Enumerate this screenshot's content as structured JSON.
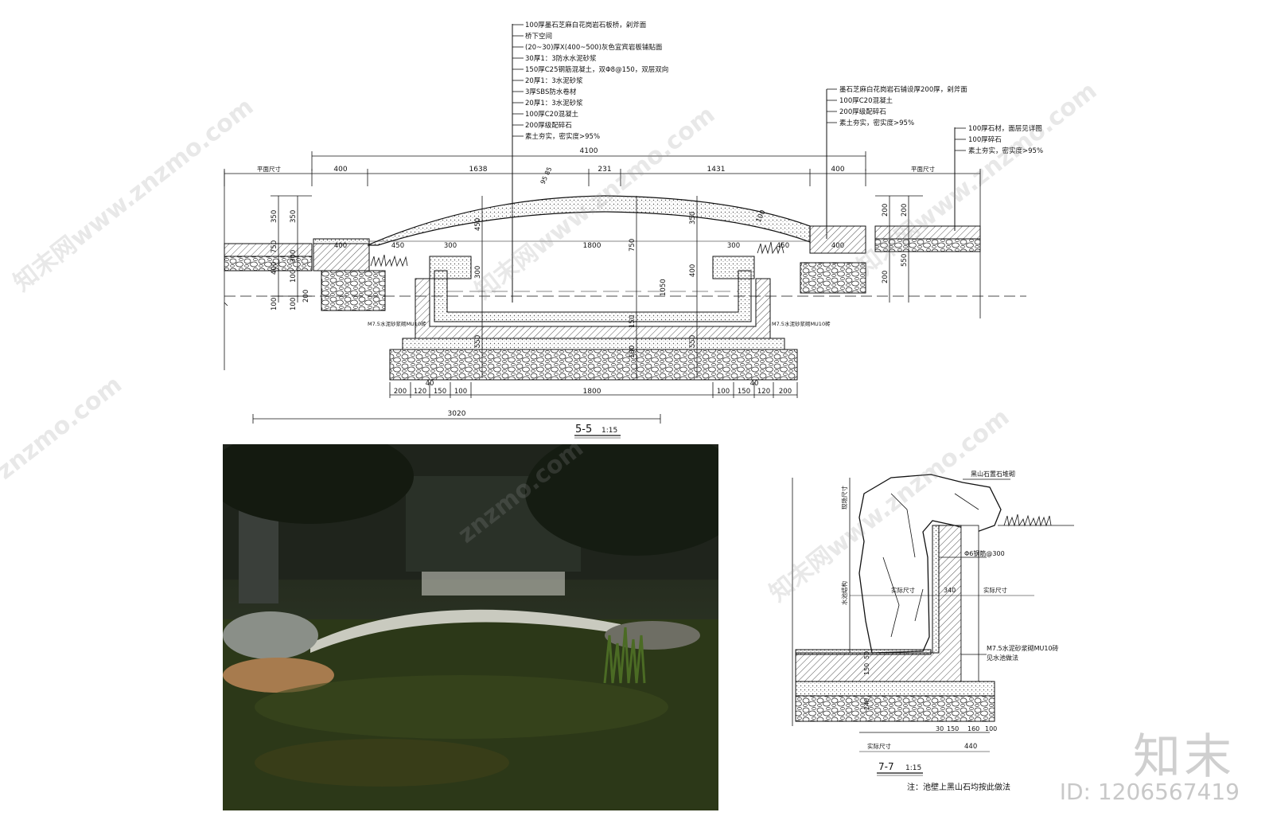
{
  "section_5_5": {
    "title": "5-5",
    "scale": "1:15",
    "notes_left": [
      "100厚墨石芝麻白花岗岩石板桥，剁斧面",
      "桥下空间",
      "(20~30)厚X(400~500)灰色宜宾岩板铺贴面",
      "30厚1：3防水水泥砂浆",
      "150厚C25钢筋混凝土，双Φ8@150，双层双向",
      "20厚1：3水泥砂浆",
      "3厚SBS防水卷材",
      "20厚1：3水泥砂浆",
      "100厚C20混凝土",
      "200厚级配碎石",
      "素土夯实，密实度>95%"
    ],
    "notes_mid": [
      "墨石芝麻白花岗岩石铺设厚200厚，剁斧面",
      "100厚C20混凝土",
      "200厚级配碎石",
      "素土夯实，密实度>95%"
    ],
    "notes_right": [
      "100厚石材，面层见详图",
      "100厚碎石",
      "素土夯实，密实度>95%"
    ],
    "overall_dim": "4100",
    "top_dims": [
      "400",
      "1638",
      "231",
      "1431",
      "400"
    ],
    "side_labels": [
      "平面尺寸",
      "平面尺寸"
    ],
    "left_vdims": [
      "350",
      "350",
      "750",
      "400",
      "100",
      "300",
      "100",
      "100",
      "200"
    ],
    "right_vdims": [
      "200",
      "200",
      "550",
      "200"
    ],
    "inner_dims": [
      "400",
      "450",
      "300",
      "1800",
      "300",
      "450",
      "400"
    ],
    "center_vdims": [
      "450",
      "750",
      "1050",
      "300",
      "550",
      "150",
      "100"
    ],
    "bridge_label": "95 85",
    "right_label_100": "100",
    "right_v_350": "350",
    "right_v_400": "400",
    "right_v_550": "550",
    "wall_note_left": "M7.5水泥砂浆砌MU10砖",
    "wall_note_right": "M7.5水泥砂浆砌MU10砖",
    "bottom_dims_left": [
      "200",
      "120",
      "150",
      "100"
    ],
    "bottom_dims_right": [
      "100",
      "150",
      "120",
      "200"
    ],
    "bottom_40": "40",
    "bottom_center": "1800",
    "bottom_overall": "3020"
  },
  "section_7_7": {
    "title": "7-7",
    "scale": "1:15",
    "notes": [
      "黑山石置石堆砌",
      "Φ6钢筋@300",
      "M7.5水泥砂浆砌MU10砖",
      "见水池做法"
    ],
    "left_labels": [
      "现场尺寸",
      "水池结构"
    ],
    "mid_labels": [
      "实际尺寸",
      "340",
      "实际尺寸"
    ],
    "left_vdims": [
      "150",
      "50",
      "240"
    ],
    "bottom_dims": [
      "30",
      "150",
      "160",
      "100"
    ],
    "bottom_width": "440",
    "bottom_label": "实际尺寸",
    "footnote": "注：池壁上黑山石均按此做法"
  },
  "watermark": "znzmo.com",
  "watermark_cn": "知末网www.znzmo.com",
  "brand": "知末",
  "image_id": "ID: 1206567419",
  "colors": {
    "line": "#111111",
    "hatch": "#444444",
    "wm": "#b3b3b3"
  }
}
